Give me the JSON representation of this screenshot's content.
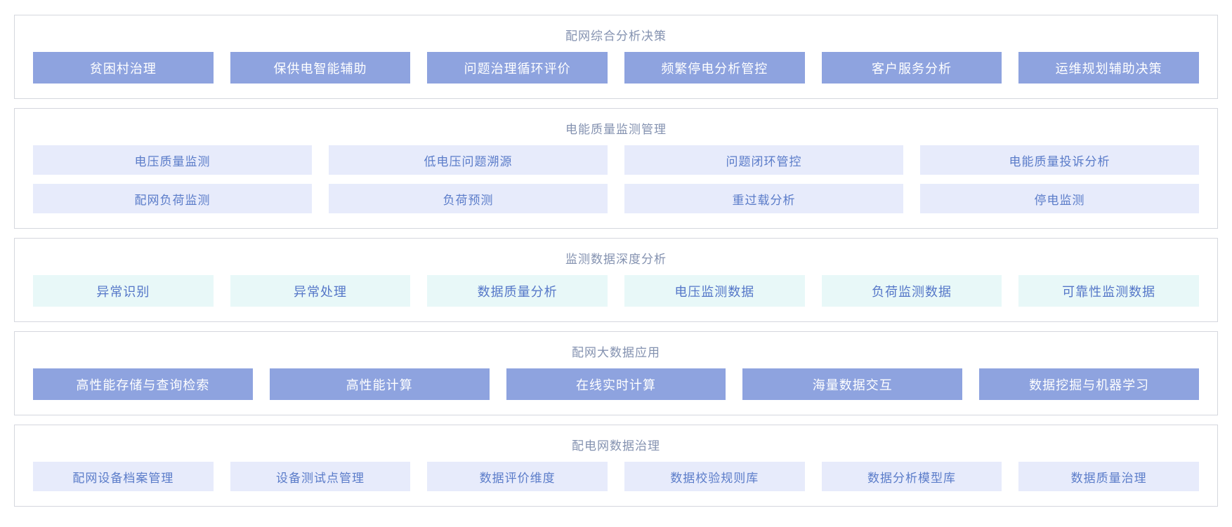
{
  "colors": {
    "panel_border": "#d5d7de",
    "title_text": "#8492b0",
    "solid_button_bg": "#8ea3df",
    "solid_button_text": "#ffffff",
    "lavender_button_bg": "#e7ebfb",
    "lavender_button_text": "#5b7cc9",
    "mint_button_bg": "#e8f8f8",
    "mint_button_text": "#5577c8"
  },
  "sections": [
    {
      "id": "comprehensive-analysis-decision",
      "title": "配网综合分析决策",
      "style": "solid",
      "columns": 6,
      "items": [
        "贫困村治理",
        "保供电智能辅助",
        "问题治理循环评价",
        "频繁停电分析管控",
        "客户服务分析",
        "运维规划辅助决策"
      ]
    },
    {
      "id": "power-quality-monitoring-management",
      "title": "电能质量监测管理",
      "style": "lavender",
      "columns": 4,
      "items": [
        "电压质量监测",
        "低电压问题溯源",
        "问题闭环管控",
        "电能质量投诉分析",
        "配网负荷监测",
        "负荷预测",
        "重过载分析",
        "停电监测"
      ]
    },
    {
      "id": "monitoring-data-deep-analysis",
      "title": "监测数据深度分析",
      "style": "mint",
      "columns": 6,
      "items": [
        "异常识别",
        "异常处理",
        "数据质量分析",
        "电压监测数据",
        "负荷监测数据",
        "可靠性监测数据"
      ]
    },
    {
      "id": "distribution-big-data-application",
      "title": "配网大数据应用",
      "style": "solid",
      "columns": 5,
      "items": [
        "高性能存储与查询检索",
        "高性能计算",
        "在线实时计算",
        "海量数据交互",
        "数据挖掘与机器学习"
      ]
    },
    {
      "id": "distribution-data-governance",
      "title": "配电网数据治理",
      "style": "lavender",
      "columns": 6,
      "items": [
        "配网设备档案管理",
        "设备测试点管理",
        "数据评价维度",
        "数据校验规则库",
        "数据分析模型库",
        "数据质量治理"
      ]
    }
  ]
}
